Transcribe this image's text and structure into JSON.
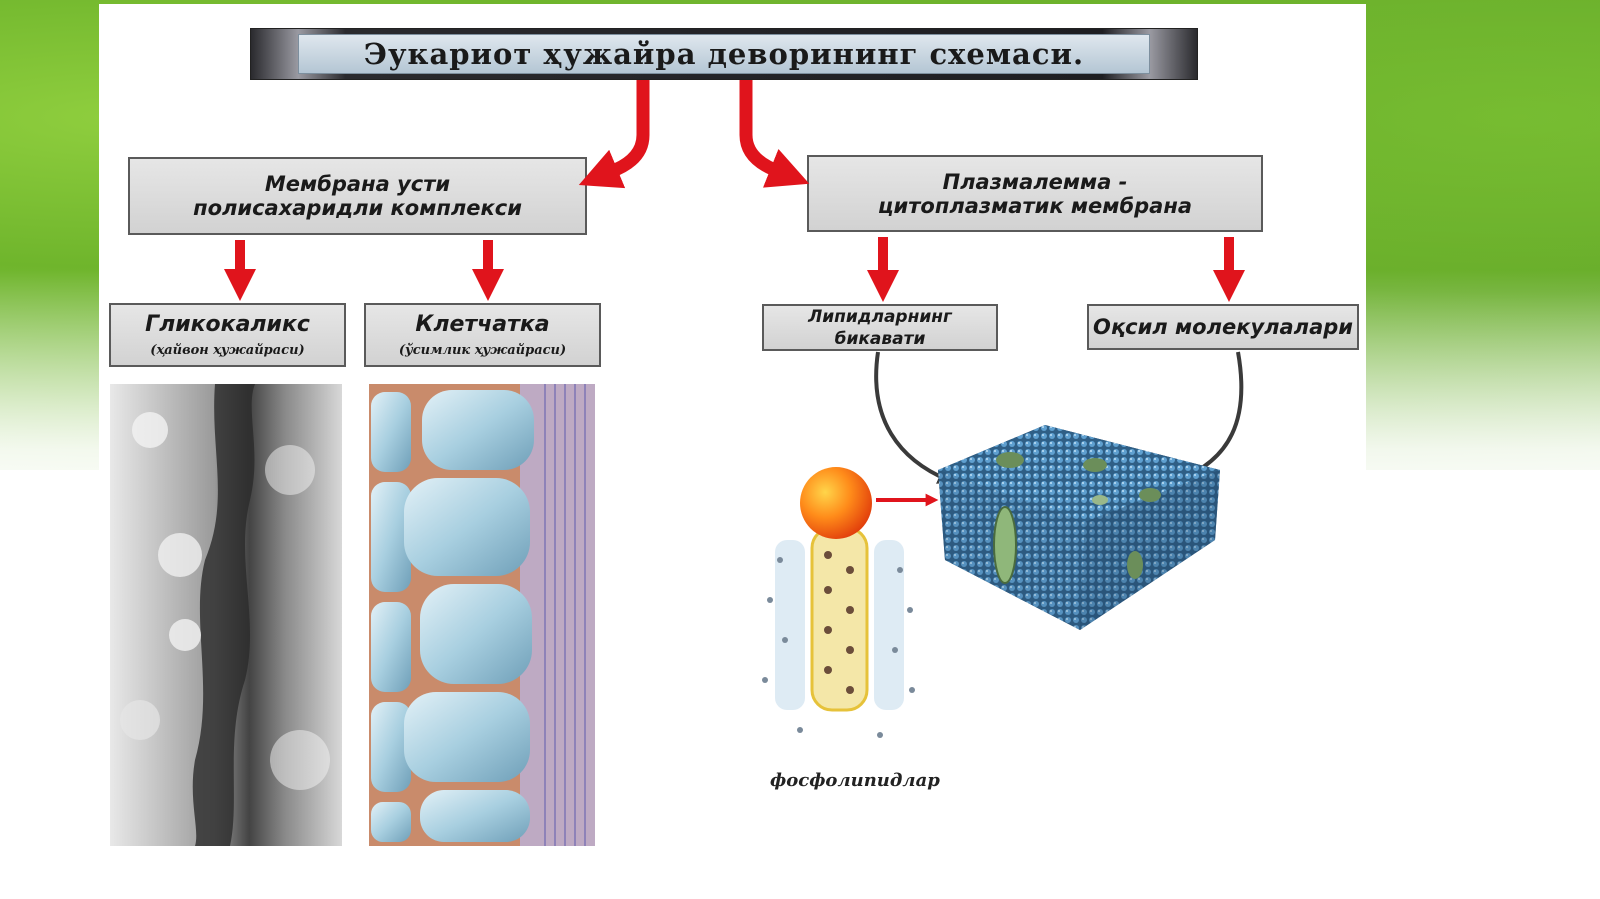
{
  "title": "Эукариот ҳужайра деворининг схемаси.",
  "nodes": {
    "membrane_complex": {
      "line1": "Мембрана усти",
      "line2": "полисахаридли комплекси"
    },
    "plasmalemma": {
      "line1": "Плазмалемма -",
      "line2": "цитоплазматик мембрана"
    },
    "glycocalyx": {
      "label": "Гликокаликс",
      "sub": "(ҳайвон ҳужайраси)"
    },
    "cellulose": {
      "label": "Клетчатка",
      "sub": "(ўсимлик ҳужайраси)"
    },
    "lipid_bilayer": {
      "line1": "Липидларнинг",
      "line2": "бикавати"
    },
    "protein_molecules": {
      "label": "Оқсил молекулалари"
    }
  },
  "caption_phospholipids": "фосфолипидлар",
  "colors": {
    "arrow_red": "#e0141c",
    "arrow_gray": "#3a3a3a",
    "title_bar": "#2a2a2e",
    "box_fill": "#dcdcdc"
  }
}
